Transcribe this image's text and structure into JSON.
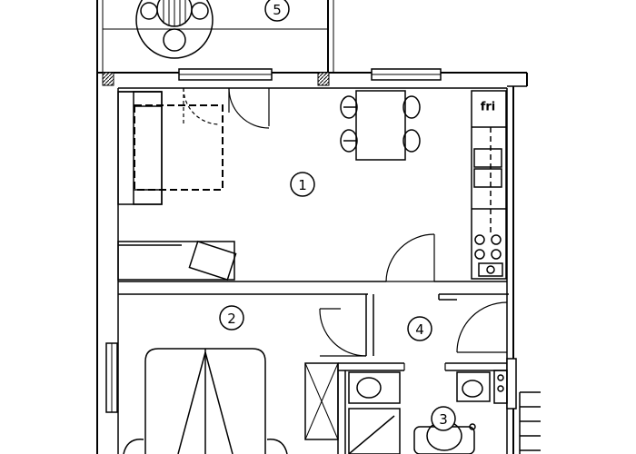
{
  "floor_plan": {
    "rooms": [
      {
        "id": "room-1",
        "label": "1"
      },
      {
        "id": "room-2",
        "label": "2"
      },
      {
        "id": "room-3",
        "label": "3"
      },
      {
        "id": "room-4",
        "label": "4"
      },
      {
        "id": "room-5",
        "label": "5"
      }
    ],
    "appliance_labels": {
      "fridge": "fri"
    }
  }
}
